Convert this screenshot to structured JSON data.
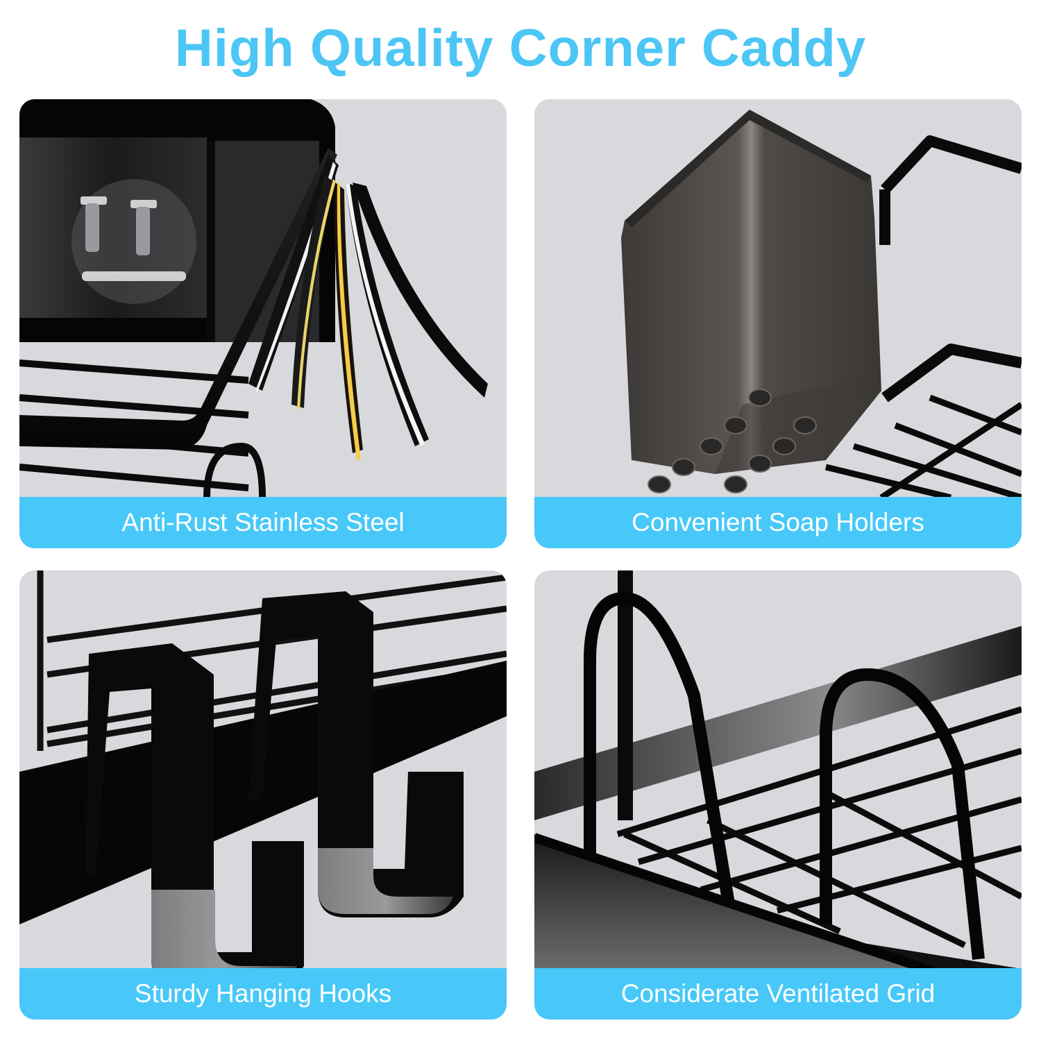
{
  "header": {
    "title": "High Quality Corner Caddy"
  },
  "colors": {
    "accent": "#4cc6f5",
    "caption_bg": "#47c8f8",
    "caption_text": "#ffffff",
    "panel_bg": "#d9dadd",
    "product": "#0b0b0c"
  },
  "features": [
    {
      "caption": "Anti-Rust Stainless Steel",
      "image": "layered-steel-shelf-edge"
    },
    {
      "caption": "Convenient Soap Holders",
      "image": "soap-box-on-wire-rack"
    },
    {
      "caption": "Sturdy Hanging Hooks",
      "image": "two-s-hooks-on-rail"
    },
    {
      "caption": "Considerate Ventilated Grid",
      "image": "wire-grid-basket-with-loops"
    }
  ]
}
